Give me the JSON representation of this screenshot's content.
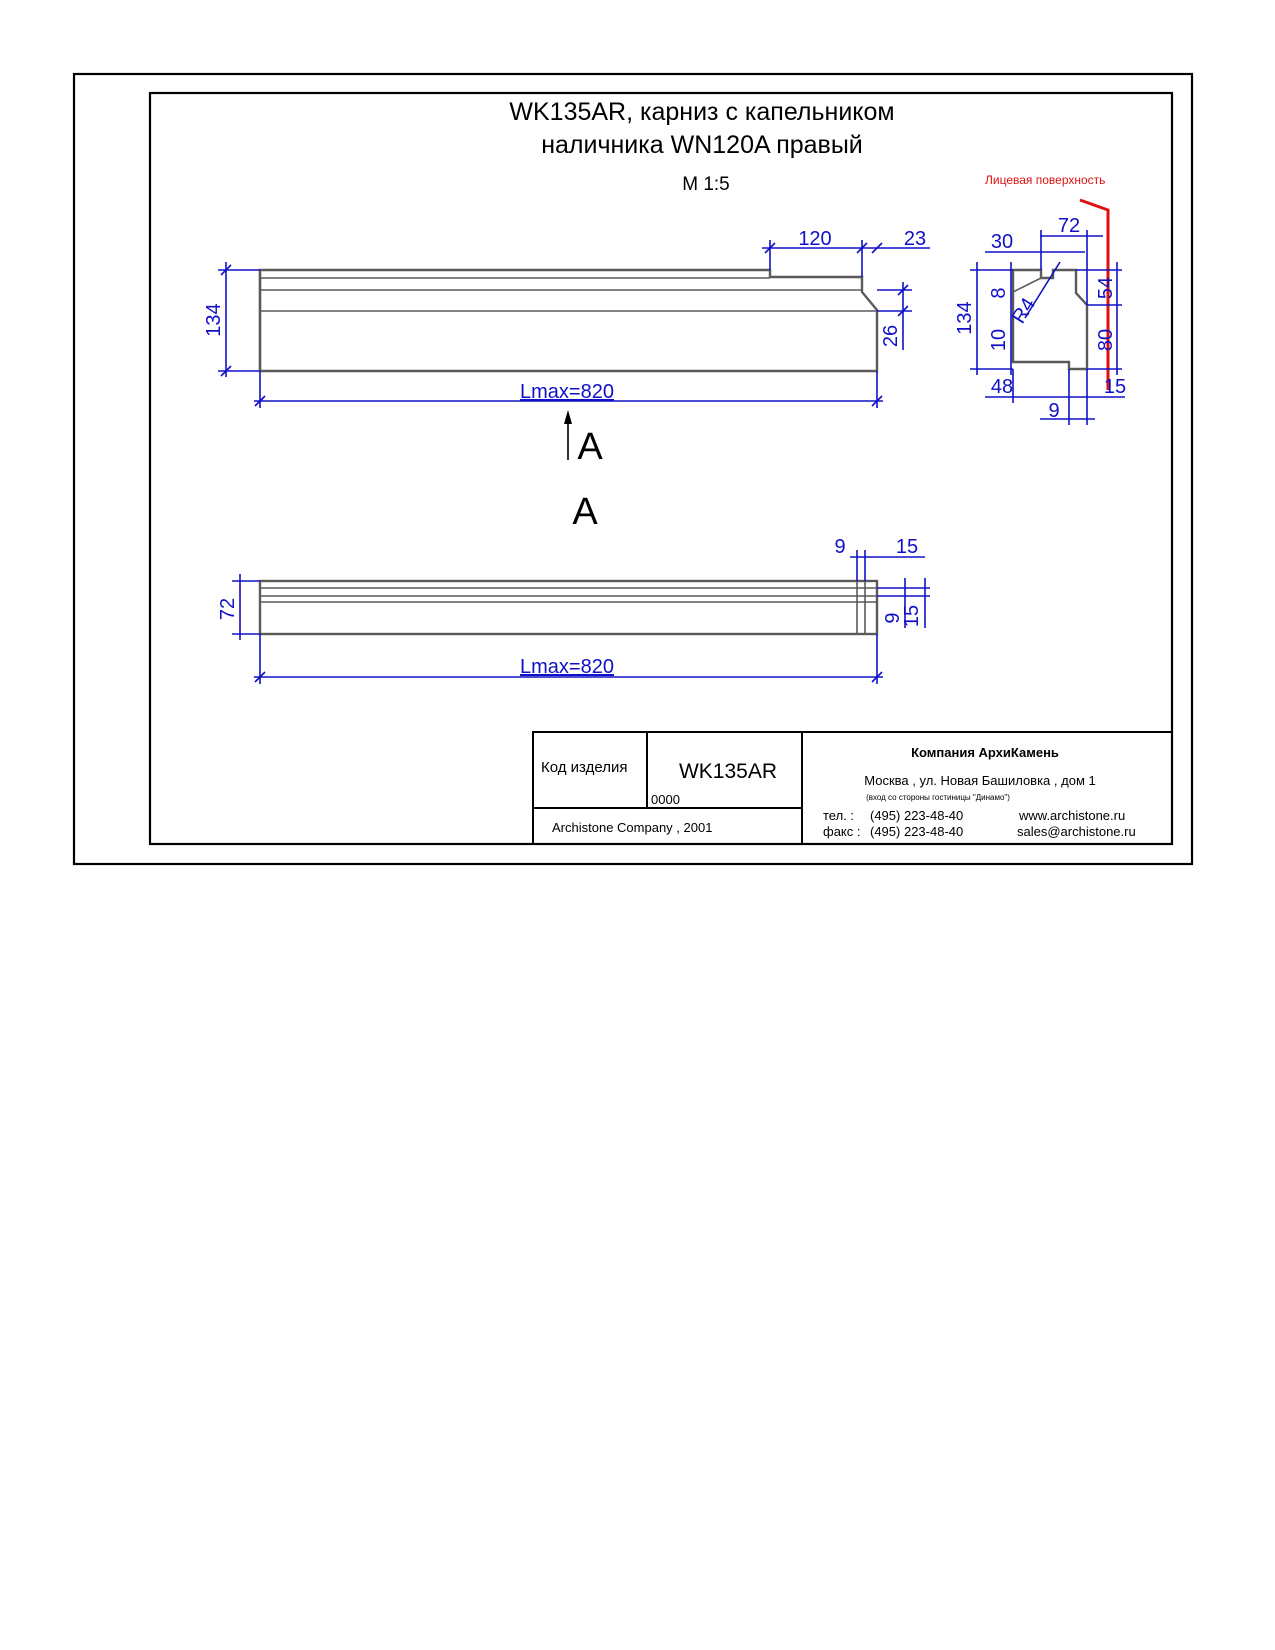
{
  "title": {
    "line1": "WK135AR, карниз с капельником",
    "line2": "наличника WN120A правый"
  },
  "scale": "M 1:5",
  "face_label": "Лицевая поверхность",
  "view_marker": "A",
  "view_label": "A",
  "front_view": {
    "dims": {
      "top_step": "120",
      "top_end": "23",
      "height": "134",
      "chamfer": "26",
      "length": "Lmax=820"
    }
  },
  "section": {
    "dims": {
      "width": "72",
      "top_left": "30",
      "height": "134",
      "upper_small": "8",
      "radius": "R4",
      "lower_small": "10",
      "right_upper": "54",
      "right_lower": "80",
      "bottom_left": "48",
      "bottom_right": "15",
      "bottom_groove": "9"
    }
  },
  "top_view": {
    "dims": {
      "groove_a": "9",
      "groove_b": "15",
      "width": "72",
      "right_a": "9",
      "right_b": "15",
      "length": "Lmax=820"
    }
  },
  "title_block": {
    "code_label": "Код изделия",
    "code_value": "WK135AR",
    "number": "0000",
    "copyright": "Archistone  Company ,  2001",
    "company": "Компания  АрхиКамень",
    "address": "Москва , ул. Новая Башиловка , дом 1",
    "address_note": "(вход со стороны гостиницы \"Динамо\")",
    "tel_label": "тел.   :",
    "tel_value": "(495) 223-48-40",
    "fax_label": "факс :",
    "fax_value": "(495) 223-48-40",
    "website": "www.archistone.ru",
    "email": "sales@archistone.ru"
  }
}
